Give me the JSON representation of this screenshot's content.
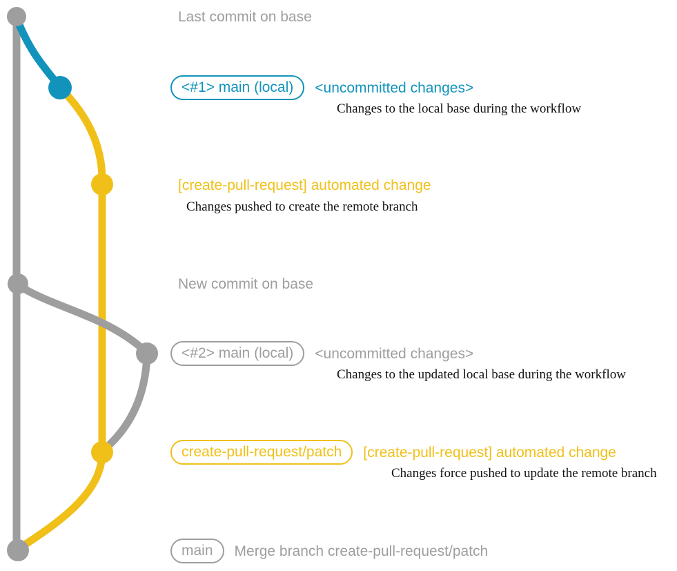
{
  "colors": {
    "gray": "#9e9e9e",
    "blue": "#1293bb",
    "yellow": "#f0c019",
    "description_text": "#111111"
  },
  "rows": {
    "r1": {
      "message": "Last commit on base"
    },
    "r2": {
      "branch_label": "<#1> main (local)",
      "message": "<uncommitted changes>",
      "description": "Changes to the local base during the workflow"
    },
    "r3": {
      "message": "[create-pull-request] automated change",
      "description": "Changes pushed to create the remote branch"
    },
    "r4": {
      "message": "New commit on base"
    },
    "r5": {
      "branch_label": "<#2> main (local)",
      "message": "<uncommitted changes>",
      "description": "Changes to the updated local base during the workflow"
    },
    "r6": {
      "branch_label": "create-pull-request/patch",
      "message": "[create-pull-request] automated change",
      "description": "Changes force pushed to update the remote branch"
    },
    "r7": {
      "branch_label": "main",
      "message": "Merge branch create-pull-request/patch"
    }
  }
}
